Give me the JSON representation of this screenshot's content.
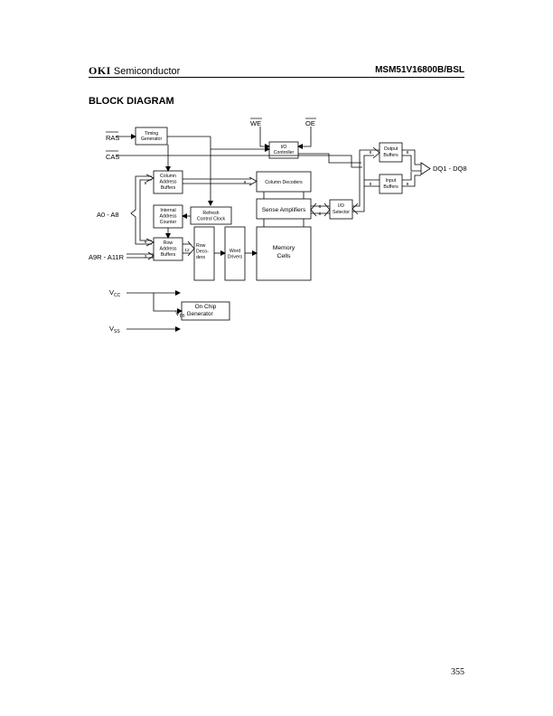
{
  "header": {
    "brand": "OKI",
    "division": "Semiconductor",
    "part_number": "MSM51V16800B/BSL"
  },
  "section_title": "BLOCK DIAGRAM",
  "page_number": "355",
  "diagram": {
    "signals": {
      "ras": "RAS",
      "cas": "CAS",
      "we": "WE",
      "oe": "OE",
      "address_low": "A0 - A8",
      "address_high": "A9R - A11R",
      "dq": "DQ1 - DQ8",
      "vcc_main": "V",
      "vcc_sub": "CC",
      "vss_main": "V",
      "vss_sub": "SS"
    },
    "blocks": {
      "timing_generator": [
        "Timing",
        "Generator"
      ],
      "io_controller": [
        "I/O",
        "Controller"
      ],
      "column_address_buffers": [
        "Column",
        "Address",
        "Buffers"
      ],
      "internal_address_counter": [
        "Internal",
        "Address",
        "Counter"
      ],
      "refresh_control_clock": [
        "Refresh",
        "Control Clock"
      ],
      "row_address_buffers": [
        "Row",
        "Address",
        "Buffers"
      ],
      "row_decoders": [
        "Row",
        "Deco-",
        "ders"
      ],
      "word_drivers": [
        "Word",
        "Drivers"
      ],
      "column_decoders": [
        "Column Decoders"
      ],
      "sense_amplifiers": [
        "Sense Amplifiers"
      ],
      "memory_cells": [
        "Memory",
        "Cells"
      ],
      "io_selector": [
        "I/O",
        "Selector"
      ],
      "output_buffers": [
        "Output",
        "Buffers"
      ],
      "input_buffers": [
        "Input",
        "Buffers"
      ],
      "vbb_generator_line1": "On Chip",
      "vbb_generator_v": "V",
      "vbb_generator_sub": "BB",
      "vbb_generator_rest": " Generator"
    },
    "bus_widths": {
      "col_addr_in": "9",
      "col_addr_out": "9",
      "row_addr_in": "9",
      "row_addr_high_in": "3",
      "row_addr_out": "12",
      "sense_to_io": "8",
      "io_to_sense": "8",
      "out_buf_in": "8",
      "out_buf_out": "8",
      "in_buf_in": "8",
      "in_buf_out": "8"
    }
  }
}
